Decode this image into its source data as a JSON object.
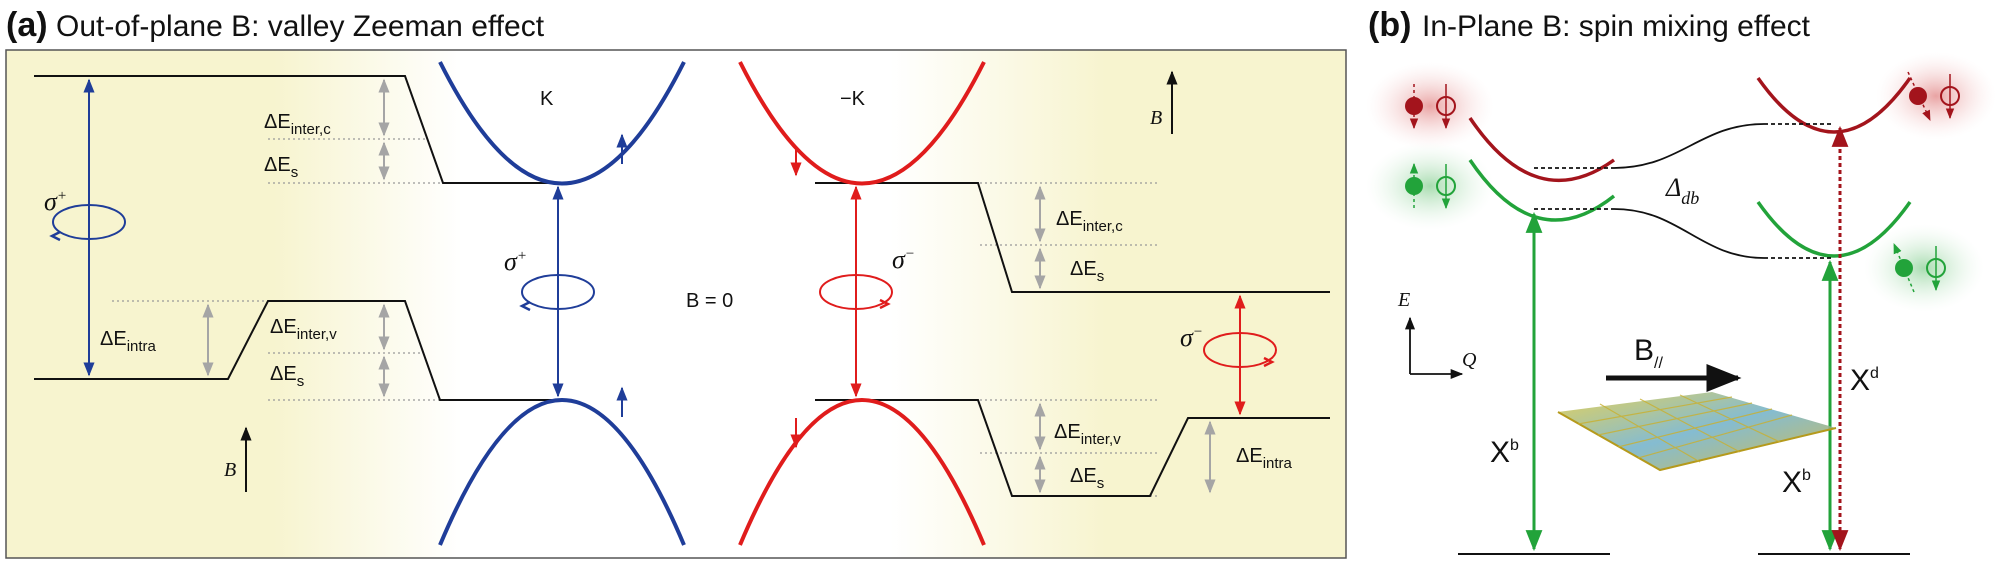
{
  "panel_a": {
    "tag": "(a)",
    "title": "Out-of-plane B: valley Zeeman effect",
    "valley_k": "K",
    "valley_neg_k": "−K",
    "zero_field": "B = 0",
    "b_field": "B",
    "sigma": "σ",
    "plus": "+",
    "minus": "−",
    "delta_e": "ΔE",
    "inter_c": "inter,c",
    "inter_v": "inter,v",
    "s": "s",
    "intra": "intra"
  },
  "panel_b": {
    "tag": "(b)",
    "title": "In-Plane B: spin mixing effect",
    "delta": "Δ",
    "delta_sub": "db",
    "axis_e": "E",
    "axis_q": "Q",
    "b_parallel": "B",
    "b_parallel_sub": "//",
    "exciton_bright": "X",
    "bright_sup": "b",
    "exciton_dark": "X",
    "dark_sup": "d"
  },
  "colors": {
    "blue": "#1f3d99",
    "red": "#e01c1c",
    "dark_red": "#a3141c",
    "green": "#22a33a",
    "gray": "#a5a5a5",
    "background": "#f7f4cf"
  }
}
